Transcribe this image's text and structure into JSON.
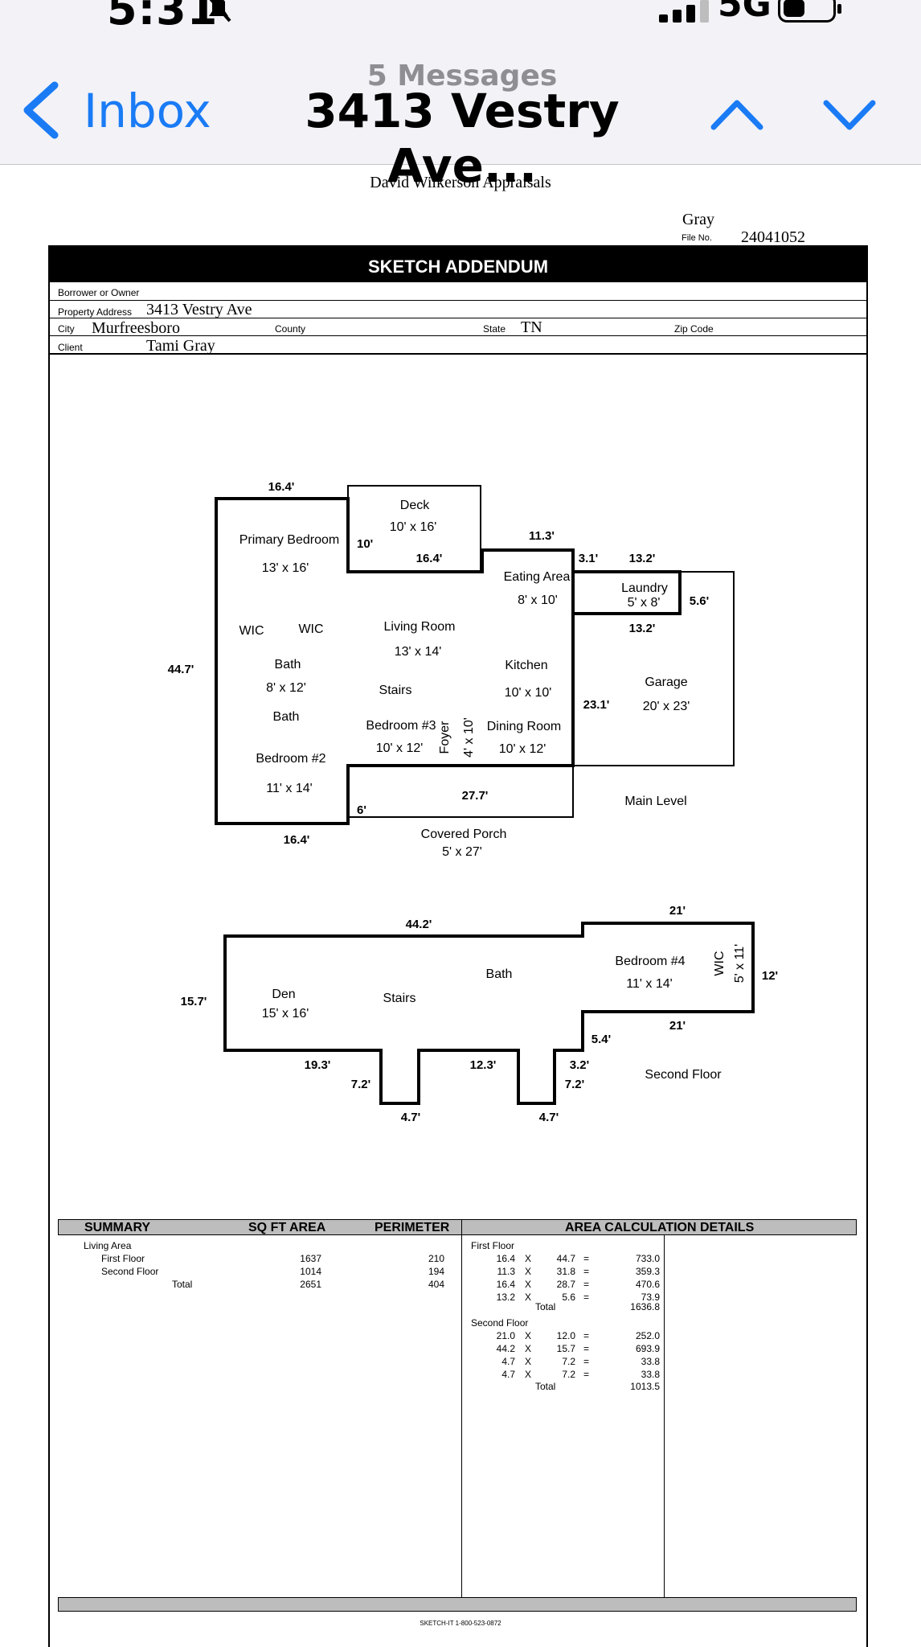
{
  "status_bar": {
    "time": "5:31",
    "network": "5G"
  },
  "nav": {
    "back_label": "Inbox",
    "message_count": "5 Messages",
    "subject": "3413 Vestry Ave..."
  },
  "document": {
    "company": "David Wilkerson Appraisals",
    "lender": "Gray",
    "file_no_label": "File No.",
    "file_no": "24041052",
    "title": "SKETCH ADDENDUM",
    "fields": {
      "borrower_label": "Borrower or Owner",
      "borrower": "",
      "property_address_label": "Property Address",
      "property_address": "3413 Vestry Ave",
      "city_label": "City",
      "city": "Murfreesboro",
      "county_label": "County",
      "county": "",
      "state_label": "State",
      "state": "TN",
      "zip_label": "Zip Code",
      "zip": "",
      "client_label": "Client",
      "client": "Tami Gray"
    },
    "main_level": {
      "level_label": "Main Level",
      "dims": [
        "16.4'",
        "10'",
        "16.4'",
        "11.3'",
        "3.1'",
        "13.2'",
        "5.6'",
        "13.2'",
        "44.7'",
        "23.1'",
        "27.7'",
        "6'",
        "16.4'"
      ],
      "rooms": [
        {
          "name": "Deck",
          "size": "10' x 16'"
        },
        {
          "name": "Primary Bedroom",
          "size": "13' x 16'"
        },
        {
          "name": "Eating Area",
          "size": "8' x 10'"
        },
        {
          "name": "Laundry",
          "size": "5' x 8'"
        },
        {
          "name": "WIC",
          "size": ""
        },
        {
          "name": "WIC",
          "size": ""
        },
        {
          "name": "Living Room",
          "size": "13' x 14'"
        },
        {
          "name": "Bath",
          "size": "8' x 12'"
        },
        {
          "name": "Kitchen",
          "size": "10' x 10'"
        },
        {
          "name": "Garage",
          "size": "20' x 23'"
        },
        {
          "name": "Stairs",
          "size": ""
        },
        {
          "name": "Bath",
          "size": ""
        },
        {
          "name": "Bedroom #3",
          "size": "10' x 12'"
        },
        {
          "name": "Foyer",
          "size": "4' x 10'"
        },
        {
          "name": "Dining Room",
          "size": "10' x 12'"
        },
        {
          "name": "Bedroom #2",
          "size": "11' x 14'"
        },
        {
          "name": "Covered Porch",
          "size": "5' x 27'"
        }
      ]
    },
    "second_floor": {
      "level_label": "Second Floor",
      "dims": [
        "21'",
        "44.2'",
        "15.7'",
        "12'",
        "21'",
        "5.4'",
        "19.3'",
        "12.3'",
        "3.2'",
        "7.2'",
        "7.2'",
        "4.7'",
        "4.7'"
      ],
      "rooms": [
        {
          "name": "Bedroom #4",
          "size": "11' x 14'"
        },
        {
          "name": "WIC",
          "size": "5' x 11'"
        },
        {
          "name": "Bath",
          "size": ""
        },
        {
          "name": "Den",
          "size": "15' x 16'"
        },
        {
          "name": "Stairs",
          "size": ""
        }
      ]
    },
    "summary": {
      "headers": [
        "SUMMARY",
        "SQ FT AREA",
        "PERIMETER",
        "AREA CALCULATION DETAILS"
      ],
      "group": "Living Area",
      "rows": [
        {
          "label": "First Floor",
          "area": "1637",
          "perimeter": "210"
        },
        {
          "label": "Second Floor",
          "area": "1014",
          "perimeter": "194"
        },
        {
          "label": "Total",
          "area": "2651",
          "perimeter": "404"
        }
      ],
      "details": [
        {
          "floor": "First Floor",
          "lines": [
            {
              "a": "16.4",
              "op": "X",
              "b": "44.7",
              "eq": "=",
              "r": "733.0"
            },
            {
              "a": "11.3",
              "op": "X",
              "b": "31.8",
              "eq": "=",
              "r": "359.3"
            },
            {
              "a": "16.4",
              "op": "X",
              "b": "28.7",
              "eq": "=",
              "r": "470.6"
            },
            {
              "a": "13.2",
              "op": "X",
              "b": "5.6",
              "eq": "=",
              "r": "73.9"
            }
          ],
          "total_label": "Total",
          "total": "1636.8"
        },
        {
          "floor": "Second Floor",
          "lines": [
            {
              "a": "21.0",
              "op": "X",
              "b": "12.0",
              "eq": "=",
              "r": "252.0"
            },
            {
              "a": "44.2",
              "op": "X",
              "b": "15.7",
              "eq": "=",
              "r": "693.9"
            },
            {
              "a": "4.7",
              "op": "X",
              "b": "7.2",
              "eq": "=",
              "r": "33.8"
            },
            {
              "a": "4.7",
              "op": "X",
              "b": "7.2",
              "eq": "=",
              "r": "33.8"
            }
          ],
          "total_label": "Total",
          "total": "1013.5"
        }
      ]
    },
    "footer_credit": "SKETCH-IT 1-800-523-0872"
  }
}
